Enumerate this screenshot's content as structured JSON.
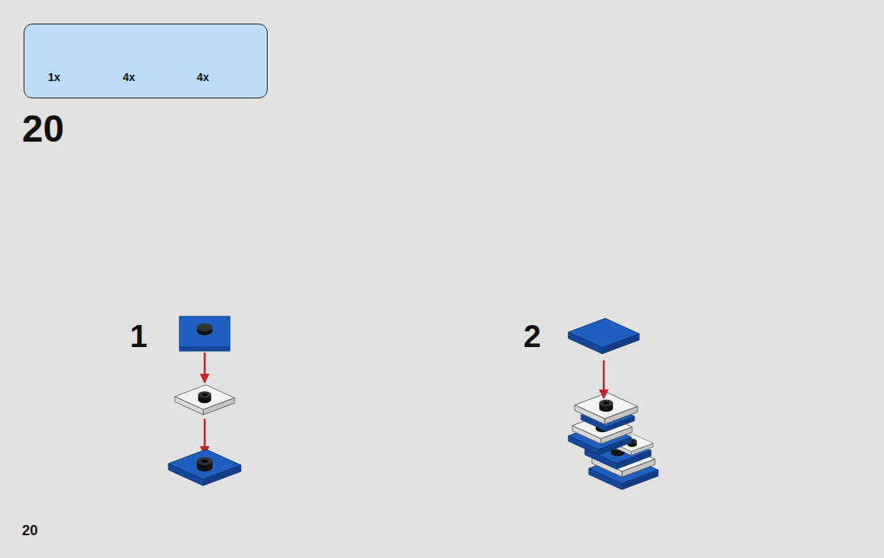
{
  "diagram": {
    "nodes": [
      {
        "text": [
          "1x",
          "4x",
          "4x"
        ]
      }
    ],
    "edges": [],
    "labels": [
      "20",
      "1",
      "2",
      "20"
    ]
  }
}
